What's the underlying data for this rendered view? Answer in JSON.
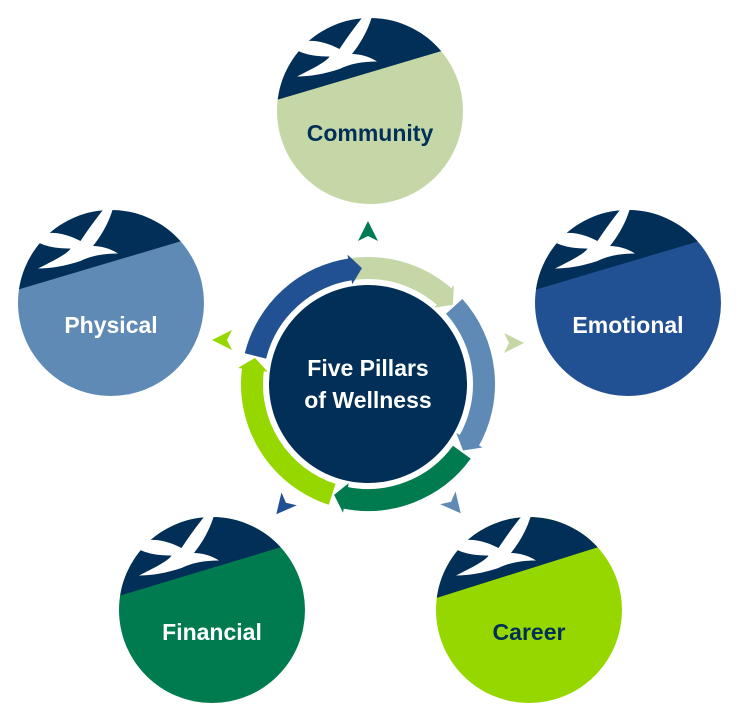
{
  "center": {
    "line1": "Five Pillars",
    "line2": "of Wellness",
    "color": "#012F57"
  },
  "cap_color": "#012F57",
  "pillars": [
    {
      "id": "community",
      "label": "Community",
      "color": "#C5D6A7",
      "text_color": "#012F57"
    },
    {
      "id": "emotional",
      "label": "Emotional",
      "color": "#225193",
      "text_color": "#FFFFFF"
    },
    {
      "id": "career",
      "label": "Career",
      "color": "#97D700",
      "text_color": "#012F57"
    },
    {
      "id": "financial",
      "label": "Financial",
      "color": "#007A4F",
      "text_color": "#FFFFFF"
    },
    {
      "id": "physical",
      "label": "Physical",
      "color": "#5F8AB5",
      "text_color": "#FFFFFF"
    }
  ]
}
